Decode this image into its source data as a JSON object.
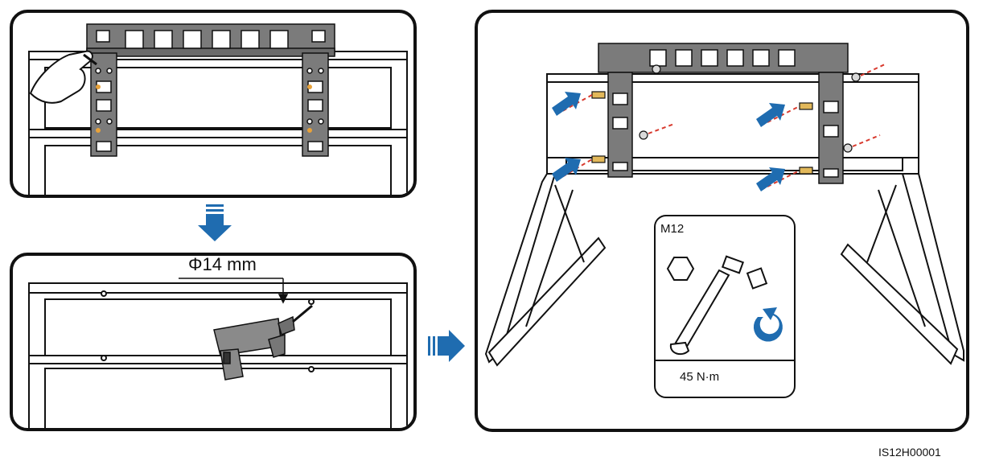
{
  "step2": {
    "hole_diameter": "Φ14 mm"
  },
  "step3": {
    "bolt_size": "M12",
    "torque": "45 N·m"
  },
  "figure_id": "IS12H00001",
  "colors": {
    "arrow_blue": "#1f6cb0",
    "bracket_gray": "#7b7b7b",
    "accent_red": "#d83a2e",
    "drill_gray": "#8a8a8a"
  },
  "icons": [
    "glove-hand-icon",
    "drill-icon",
    "torque-wrench-icon",
    "hex-nut-icon",
    "rotate-clockwise-icon",
    "push-arrow-icon"
  ]
}
